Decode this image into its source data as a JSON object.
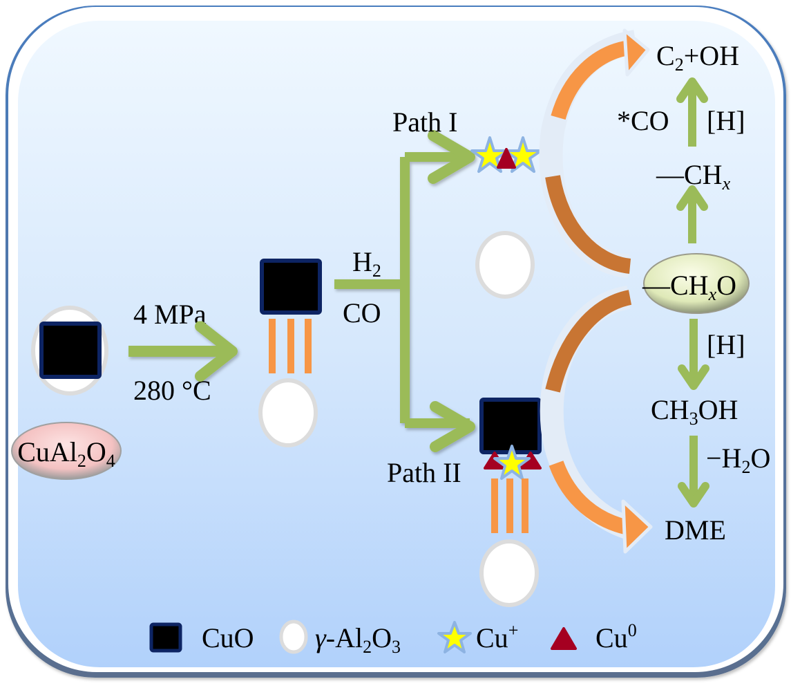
{
  "diagram": {
    "title": "CuAl2O4 reduction and CO hydrogenation pathways",
    "colors": {
      "panel_top": "#eef7fe",
      "panel_bottom": "#b3d3fb",
      "panel_border": "#3e6ea9",
      "arrow_green": "#9bbb59",
      "arrow_orange": "#f79646",
      "arrow_orange_dark": "#c87533",
      "cuo_fill": "#000000",
      "cuo_border": "#0d2463",
      "al2o3_fill": "#ffffff",
      "al2o3_border": "#d9d9d9",
      "cu_plus_fill": "#ffff00",
      "cu_plus_border": "#8db3e2",
      "cu0_fill": "#a50021",
      "spacer_bars": "#f79646",
      "precursor_pill": "#f6c6c6",
      "intermediate_pill": "#e4eec0"
    },
    "precursor": {
      "label_main": "CuAl",
      "sub1": "2",
      "mid": "O",
      "sub2": "4"
    },
    "conditions": {
      "pressure": "4 MPa",
      "temperature": "280 °C"
    },
    "feed": {
      "h2_main": "H",
      "h2_sub": "2",
      "co": "CO"
    },
    "paths": {
      "path1": "Path I",
      "path2": "Path II"
    },
    "products": {
      "c2oh_c": "C",
      "c2oh_sub": "2",
      "c2oh_rest": "+OH",
      "co_insert": "*CO",
      "h_up": "[H]",
      "chx_dash": "—CH",
      "chx_sub": "x",
      "chxo_dash": "—CH",
      "chxo_sub": "x",
      "chxo_o": "O",
      "h_down": "[H]",
      "methanol_ch": "CH",
      "methanol_sub": "3",
      "methanol_oh": "OH",
      "dehydration_pre": "−H",
      "dehydration_sub": "2",
      "dehydration_o": "O",
      "dme": "DME"
    },
    "legend": [
      {
        "symbol": "square",
        "icon": "cuo-square-icon",
        "text": "CuO",
        "sub": "",
        "sup": "",
        "tail": ""
      },
      {
        "symbol": "ellipse",
        "icon": "al2o3-circle-icon",
        "text_greek": "γ",
        "text": "-Al",
        "sub": "2",
        "mid": "O",
        "sub2": "3"
      },
      {
        "symbol": "star",
        "icon": "cu-plus-star-icon",
        "text": "Cu",
        "sup": "+"
      },
      {
        "symbol": "triangle",
        "icon": "cu0-triangle-icon",
        "text": "Cu",
        "sup": "0"
      }
    ]
  }
}
